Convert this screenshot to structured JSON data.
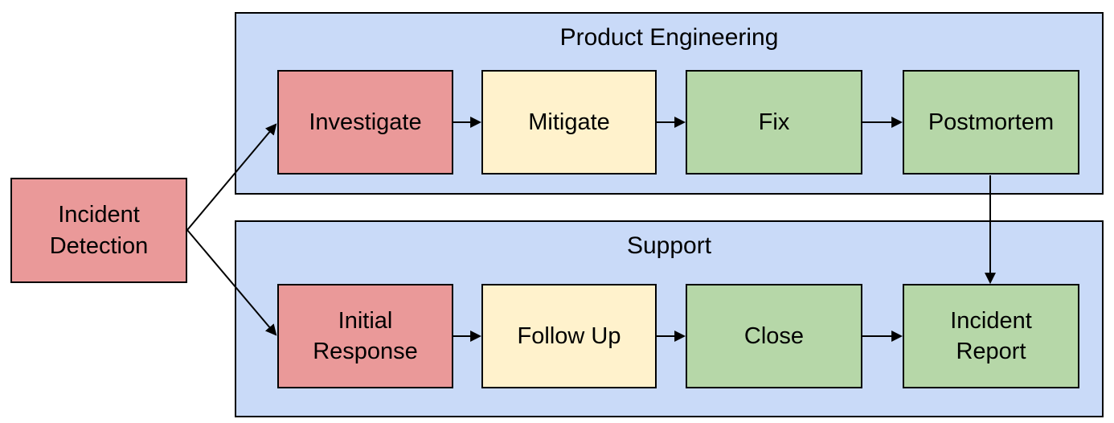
{
  "colors": {
    "canvas": "#ffffff",
    "border": "#000000",
    "text": "#000000",
    "lane-fill": "#c9daf8",
    "step-red": "#ea9999",
    "step-yellow": "#fff2cc",
    "step-green": "#b6d7a8"
  },
  "diagram": {
    "type": "flowchart",
    "start": {
      "label": "Incident\nDetection",
      "color": "step-red"
    },
    "lanes": [
      {
        "title": "Product Engineering",
        "fill": "lane-fill",
        "steps": [
          {
            "label": "Investigate",
            "color": "step-red"
          },
          {
            "label": "Mitigate",
            "color": "step-yellow"
          },
          {
            "label": "Fix",
            "color": "step-green"
          },
          {
            "label": "Postmortem",
            "color": "step-green"
          }
        ]
      },
      {
        "title": "Support",
        "fill": "lane-fill",
        "steps": [
          {
            "label": "Initial\nResponse",
            "color": "step-red"
          },
          {
            "label": "Follow Up",
            "color": "step-yellow"
          },
          {
            "label": "Close",
            "color": "step-green"
          },
          {
            "label": "Incident\nReport",
            "color": "step-green"
          }
        ]
      }
    ],
    "connections": [
      {
        "from": "Incident Detection",
        "to": "Investigate"
      },
      {
        "from": "Incident Detection",
        "to": "Initial Response"
      },
      {
        "from": "Investigate",
        "to": "Mitigate"
      },
      {
        "from": "Mitigate",
        "to": "Fix"
      },
      {
        "from": "Fix",
        "to": "Postmortem"
      },
      {
        "from": "Postmortem",
        "to": "Incident Report"
      },
      {
        "from": "Initial Response",
        "to": "Follow Up"
      },
      {
        "from": "Follow Up",
        "to": "Close"
      },
      {
        "from": "Close",
        "to": "Incident Report"
      }
    ]
  }
}
